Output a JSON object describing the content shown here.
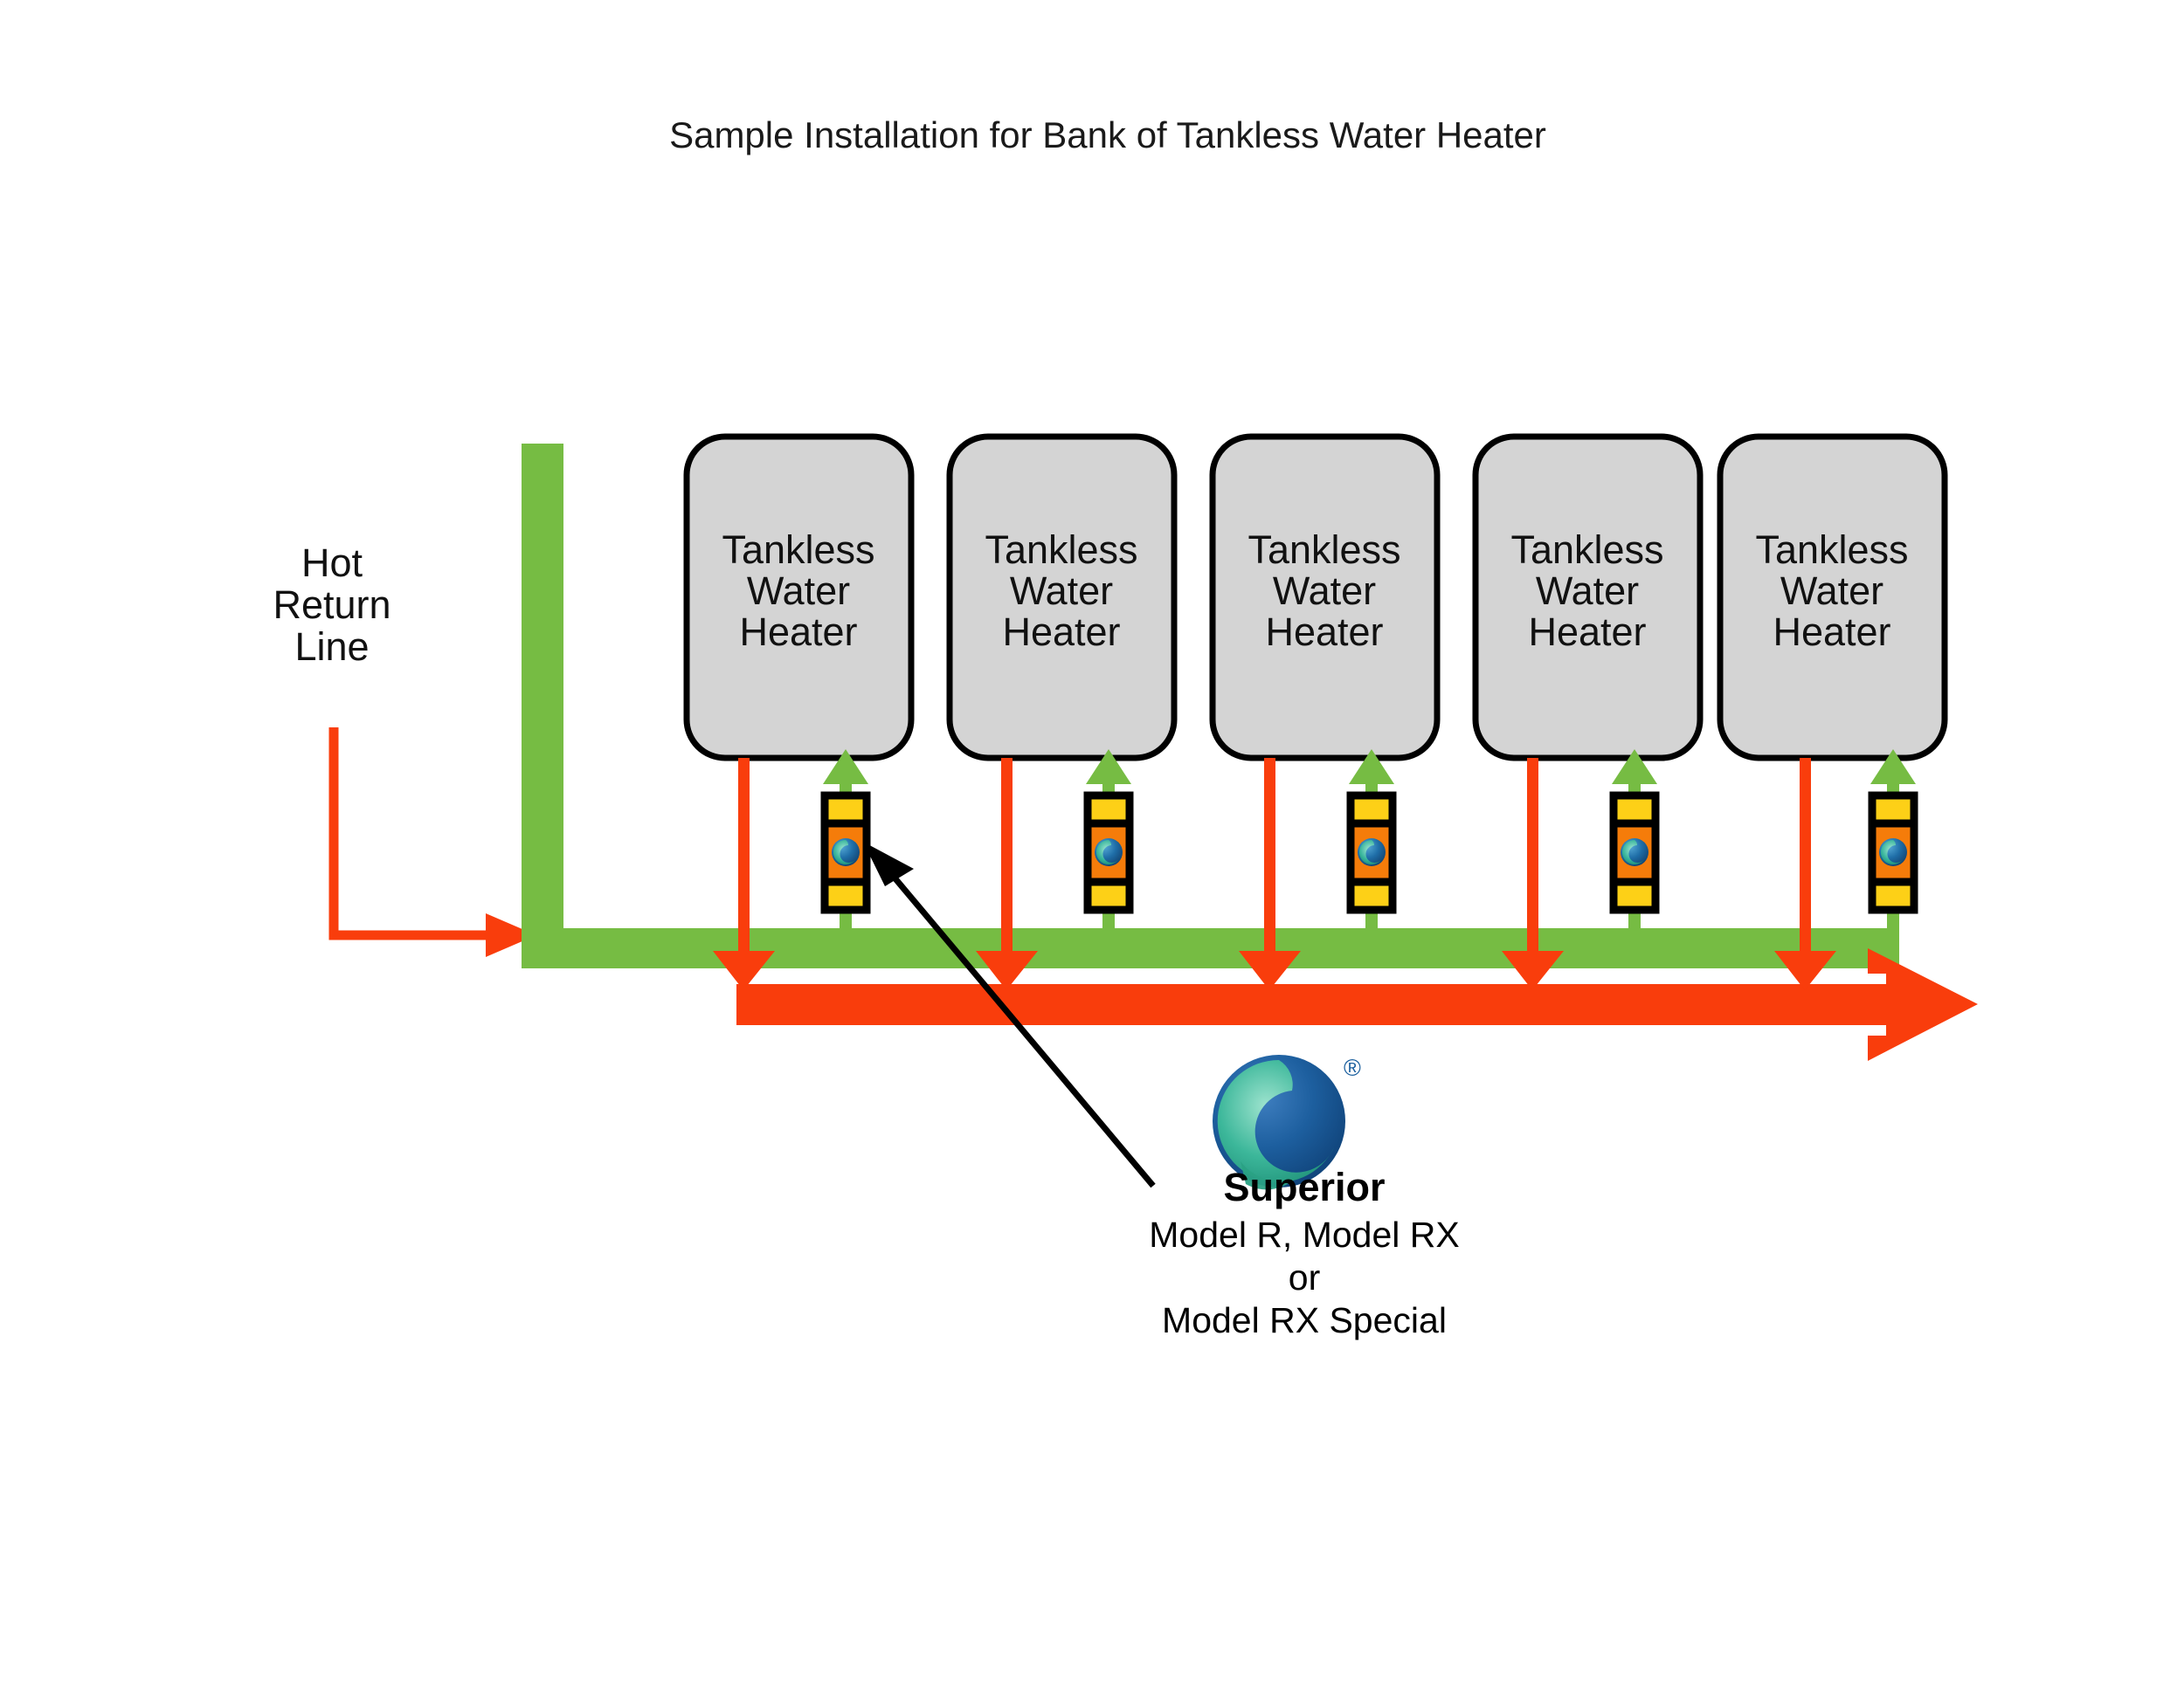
{
  "title": "Sample Installation for Bank of Tankless Water Heater",
  "labels": {
    "hot_return_line": [
      "Hot",
      "Return",
      "Line"
    ]
  },
  "colors": {
    "green_pipe": "#76bc43",
    "red_pipe": "#f93d0c",
    "heater_fill": "#d4d4d4",
    "heater_stroke": "#000000",
    "valve_body": "#f57c0a",
    "valve_cap": "#fdd017",
    "valve_stroke": "#000000",
    "logo_blue": "#1b5f9e",
    "logo_teal": "#3cb79a",
    "background": "#ffffff",
    "text": "#111111"
  },
  "heaters": [
    {
      "id": 1,
      "lines": [
        "Tankless",
        "Water",
        "Heater"
      ]
    },
    {
      "id": 2,
      "lines": [
        "Tankless",
        "Water",
        "Heater"
      ]
    },
    {
      "id": 3,
      "lines": [
        "Tankless",
        "Water",
        "Heater"
      ]
    },
    {
      "id": 4,
      "lines": [
        "Tankless",
        "Water",
        "Heater"
      ]
    },
    {
      "id": 5,
      "lines": [
        "Tankless",
        "Water",
        "Heater"
      ]
    }
  ],
  "brand": {
    "name": "Superior",
    "registered_mark": "®",
    "model_line_1": "Model R, Model RX",
    "model_line_2": "or",
    "model_line_3": "Model RX Special"
  },
  "diagram_data": {
    "type": "schematic",
    "heater_count": 5,
    "components": [
      "hot-return-line",
      "green-recirculation-main",
      "red-cold-supply-main",
      "tankless-water-heater",
      "superior-balancing-valve"
    ],
    "flow": {
      "green_direction": "up-into-heaters",
      "red_direction": "down-and-right"
    }
  }
}
